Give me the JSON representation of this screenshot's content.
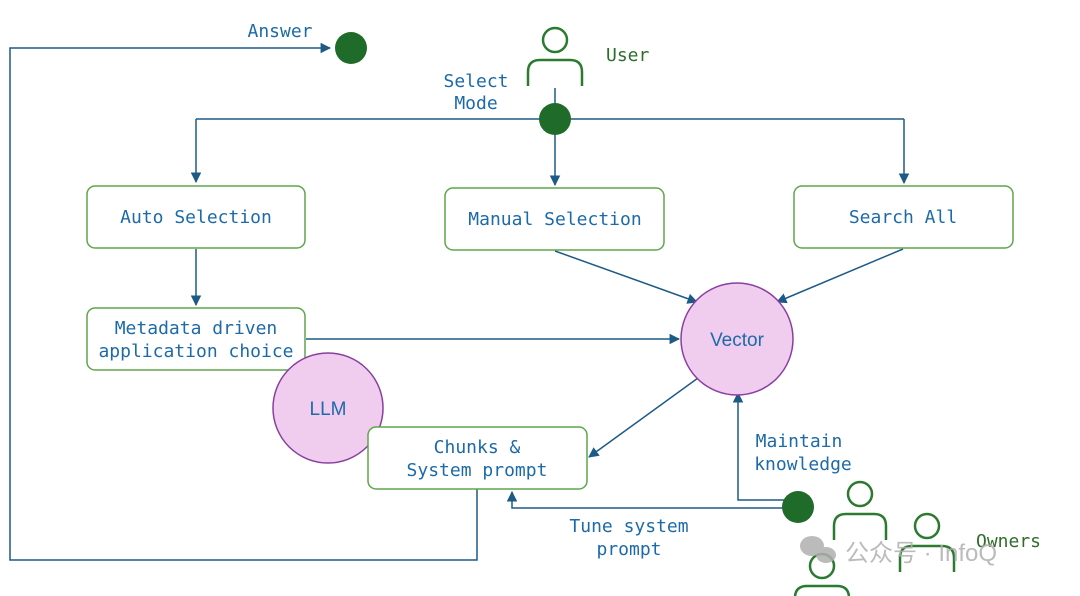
{
  "colors": {
    "line": "#1d5a86",
    "text_blue": "#1d6aa8",
    "text_green": "#2e6e2a",
    "box_border": "#5ea64a",
    "dot": "#1f6b2a",
    "circle_fill": "#f0cdee",
    "circle_border": "#8a3fa0",
    "person": "#2a7a2f",
    "watermark": "#b0b0b0"
  },
  "labels": {
    "answer": "Answer",
    "user": "User",
    "select_mode_1": "Select",
    "select_mode_2": "Mode",
    "maintain_1": "Maintain",
    "maintain_2": "knowledge",
    "tune_1": "Tune system",
    "tune_2": "prompt",
    "owners": "Owners"
  },
  "boxes": {
    "auto": "Auto Selection",
    "manual": "Manual Selection",
    "search": "Search All",
    "metadata_1": "Metadata driven",
    "metadata_2": "application choice",
    "chunks_1": "Chunks &",
    "chunks_2": "System prompt"
  },
  "circles": {
    "vector": "Vector",
    "llm": "LLM"
  },
  "watermark": {
    "icon": "wechat-icon",
    "text": "公众号 · InfoQ"
  }
}
